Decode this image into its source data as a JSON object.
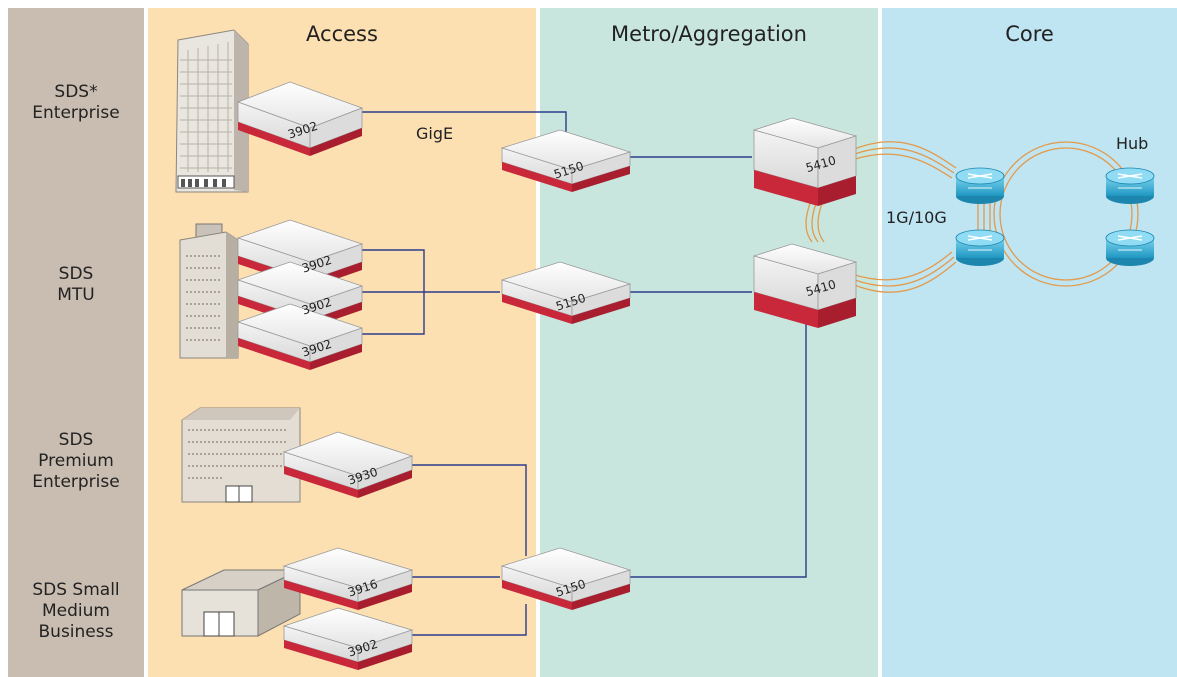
{
  "columns": {
    "access": "Access",
    "metro": "Metro/Aggregation",
    "core": "Core"
  },
  "rows": [
    {
      "lines": [
        "SDS*",
        "Enterprise"
      ]
    },
    {
      "lines": [
        "SDS",
        "MTU"
      ]
    },
    {
      "lines": [
        "SDS",
        "Premium",
        "Enterprise"
      ]
    },
    {
      "lines": [
        "SDS Small",
        "Medium",
        "Business"
      ]
    }
  ],
  "labels": {
    "gige": "GigE",
    "link_speed": "1G/10G",
    "hub": "Hub"
  },
  "devices": {
    "ent_3902": "3902",
    "ent_5150": "5150",
    "top_5410": "5410",
    "mtu_3902_a": "3902",
    "mtu_3902_b": "3902",
    "mtu_3902_c": "3902",
    "mtu_5150": "5150",
    "mid_5410": "5410",
    "prem_3930": "3930",
    "smb_3916": "3916",
    "smb_3902": "3902",
    "smb_5150": "5150"
  },
  "colors": {
    "left_band": "#c9bdb2",
    "access_bg": "#fde0b2",
    "metro_bg": "#c9e6de",
    "core_bg": "#bfe4f2",
    "link_line": "#2b3c8c",
    "ring_line": "#e39a4a",
    "device_red": "#c8283a",
    "router_blue": "#2aa8d0"
  }
}
